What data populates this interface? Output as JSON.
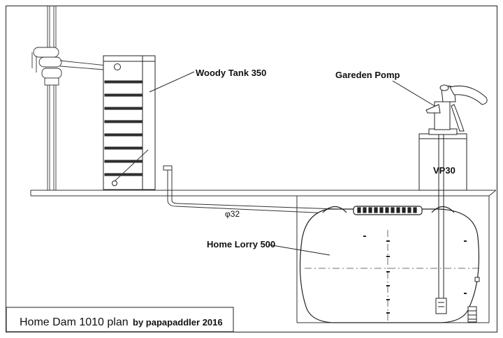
{
  "labels": {
    "woody_tank": "Woody Tank 350",
    "garden_pump": "Gareden Pomp",
    "vp30": "VP30",
    "pipe_size": "φ32",
    "home_lorry": "Home Lorry 500"
  },
  "title_box": {
    "title": "Home Dam 1010 plan",
    "byline": "by papapaddler 2016"
  }
}
